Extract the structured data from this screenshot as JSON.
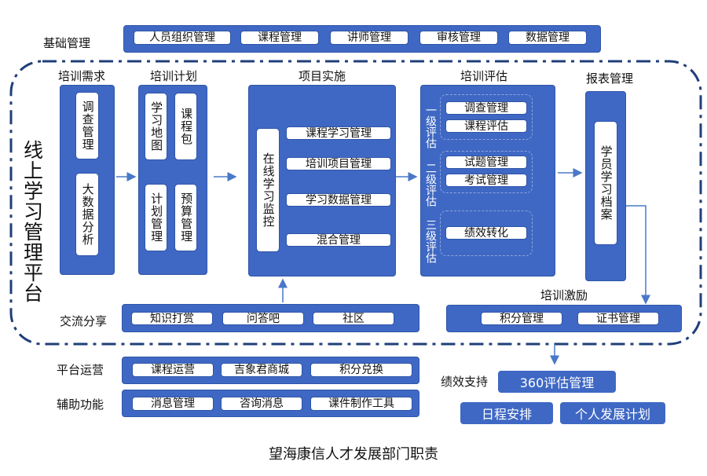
{
  "platform_title": "线上学习管理平台",
  "sections": {
    "basic": {
      "label": "基础管理",
      "items": [
        "人员组织管理",
        "课程管理",
        "讲师管理",
        "审核管理",
        "数据管理"
      ]
    },
    "needs": {
      "label": "培训需求",
      "items": [
        "调查管理",
        "大数据分析"
      ]
    },
    "plan": {
      "label": "培训计划",
      "items": [
        "学习地图",
        "课程包",
        "计划管理",
        "预算管理"
      ]
    },
    "impl": {
      "label": "项目实施",
      "monitor": "在线学习监控",
      "items": [
        "课程学习管理",
        "培训项目管理",
        "学习数据管理",
        "混合管理"
      ]
    },
    "eval": {
      "label": "培训评估",
      "levels": [
        "一级评估",
        "二级评估",
        "三级评估"
      ],
      "items": [
        "调查管理",
        "课程评估",
        "试题管理",
        "考试管理",
        "绩效转化"
      ]
    },
    "report": {
      "label": "报表管理",
      "item": "学员学习档案"
    },
    "exchange": {
      "label": "交流分享",
      "items": [
        "知识打赏",
        "问答吧",
        "社区"
      ]
    },
    "incentive": {
      "label": "培训激励",
      "items": [
        "积分管理",
        "证书管理"
      ]
    },
    "ops": {
      "label": "平台运营",
      "items": [
        "课程运营",
        "吉象君商城",
        "积分兑换"
      ]
    },
    "aux": {
      "label": "辅助功能",
      "items": [
        "消息管理",
        "咨询消息",
        "课件制作工具"
      ]
    },
    "perf": {
      "label": "绩效支持",
      "eval360": "360评估管理",
      "items": [
        "日程安排",
        "个人发展计划"
      ]
    }
  },
  "caption": "望海康信人才发展部门职责",
  "colors": {
    "box_fill": "#3f68c4",
    "box_border": "#2f55a8",
    "dash_line": "#1f3f7a",
    "arrow": "#4a78c8"
  }
}
